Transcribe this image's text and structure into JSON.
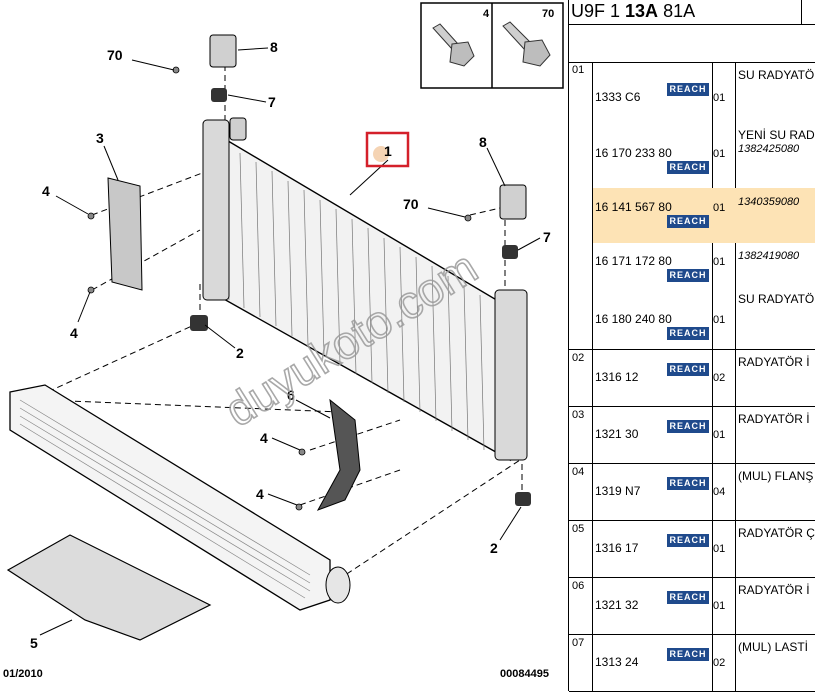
{
  "diagram": {
    "callouts": {
      "c70a": "70",
      "c8a": "8",
      "c7a": "7",
      "c3": "3",
      "c4a": "4",
      "c1": "1",
      "c8b": "8",
      "c70b": "70",
      "c7b": "7",
      "c4b": "4",
      "c2a": "2",
      "c6": "6",
      "c4c": "4",
      "c4d": "4",
      "c2b": "2",
      "c5": "5"
    },
    "inset": {
      "left_label": "4",
      "right_label": "70"
    },
    "date": "01/2010",
    "drawing_no": "00084495",
    "watermark": "duyukoto.com",
    "highlight_color": "#d4202a"
  },
  "parts_table": {
    "header": {
      "prefix": "U9F 1 ",
      "bold": "13A",
      "suffix": " 81A"
    },
    "reach_label": "REACH",
    "rows": [
      {
        "pos": "01",
        "lines": [
          {
            "ref": "1333 C6",
            "qty": "01",
            "desc": "SU RADYATÖ",
            "alt": ""
          },
          {
            "ref": "16 170 233 80",
            "qty": "01",
            "desc": "YENİ SU RAD",
            "alt": "1382425080"
          },
          {
            "ref": "16 141 567 80",
            "qty": "01",
            "desc": "",
            "alt": "1340359080"
          },
          {
            "ref": "16 171 172 80",
            "qty": "01",
            "desc": "",
            "alt": "1382419080"
          },
          {
            "ref": "16 180 240 80",
            "qty": "01",
            "desc": "SU RADYATÖ",
            "alt": ""
          }
        ]
      },
      {
        "pos": "02",
        "lines": [
          {
            "ref": "1316 12",
            "qty": "02",
            "desc": "RADYATÖR İ",
            "alt": ""
          }
        ]
      },
      {
        "pos": "03",
        "lines": [
          {
            "ref": "1321 30",
            "qty": "01",
            "desc": "RADYATÖR İ",
            "alt": ""
          }
        ]
      },
      {
        "pos": "04",
        "lines": [
          {
            "ref": "1319 N7",
            "qty": "04",
            "desc": "(MUL) FLANŞ",
            "alt": ""
          }
        ]
      },
      {
        "pos": "05",
        "lines": [
          {
            "ref": "1316 17",
            "qty": "01",
            "desc": "RADYATÖR Ç",
            "alt": ""
          }
        ]
      },
      {
        "pos": "06",
        "lines": [
          {
            "ref": "1321 32",
            "qty": "01",
            "desc": "RADYATÖR İ",
            "alt": ""
          }
        ]
      },
      {
        "pos": "07",
        "lines": [
          {
            "ref": "1313 24",
            "qty": "02",
            "desc": "(MUL) LASTİ",
            "alt": ""
          }
        ]
      }
    ]
  }
}
